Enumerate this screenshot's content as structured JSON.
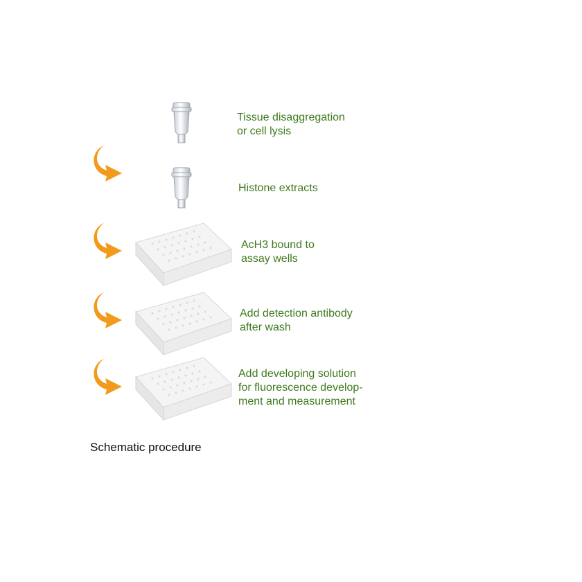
{
  "steps": [
    {
      "text": "Tissue disaggregation\nor cell lysis",
      "icon": "tube-icon"
    },
    {
      "text": "Histone extracts",
      "icon": "tube-icon"
    },
    {
      "text": "AcH3 bound to\nassay wells",
      "icon": "microplate-icon"
    },
    {
      "text": "Add detection antibody\nafter wash",
      "icon": "microplate-icon"
    },
    {
      "text": "Add developing solution\nfor fluorescence develop-\nment and measurement",
      "icon": "microplate-icon"
    }
  ],
  "arrow_icon": "curved-arrow-icon",
  "caption": "Schematic procedure",
  "colors": {
    "text": "#3f7a1e",
    "arrow": "#f29a1c",
    "plate": "#f2f2f2"
  }
}
